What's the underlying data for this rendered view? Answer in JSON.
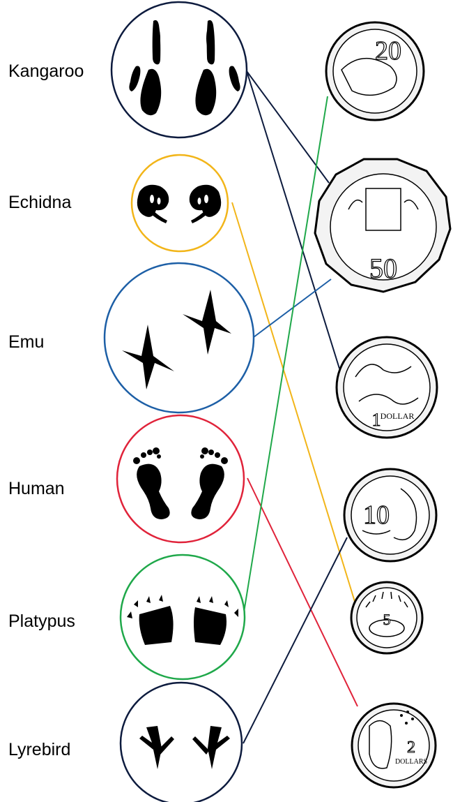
{
  "animals": [
    {
      "id": "kangaroo",
      "label": "Kangaroo",
      "ring_color": "#0d1b3e",
      "coin": "1-dollar"
    },
    {
      "id": "echidna",
      "label": "Echidna",
      "ring_color": "#f2b519",
      "coin": "5-cent"
    },
    {
      "id": "emu",
      "label": "Emu",
      "ring_color": "#1d5fa6",
      "coin": "50-cent"
    },
    {
      "id": "human",
      "label": "Human",
      "ring_color": "#e0233a",
      "coin": "2-dollar"
    },
    {
      "id": "platypus",
      "label": "Platypus",
      "ring_color": "#1fa84a",
      "coin": "20-cent"
    },
    {
      "id": "lyrebird",
      "label": "Lyrebird",
      "ring_color": "#0d1b3e",
      "coin": "10-cent"
    }
  ],
  "coins": [
    {
      "id": "20-cent",
      "numeral": "20"
    },
    {
      "id": "50-cent",
      "numeral": "50"
    },
    {
      "id": "1-dollar",
      "numeral": "1",
      "word": "DOLLAR"
    },
    {
      "id": "10-cent",
      "numeral": "10"
    },
    {
      "id": "5-cent",
      "numeral": "5"
    },
    {
      "id": "2-dollar",
      "numeral": "2",
      "word": "DOLLARS"
    }
  ],
  "extra_links": [
    {
      "from": "kangaroo",
      "to": "50-cent",
      "color": "#0d1b3e"
    }
  ]
}
